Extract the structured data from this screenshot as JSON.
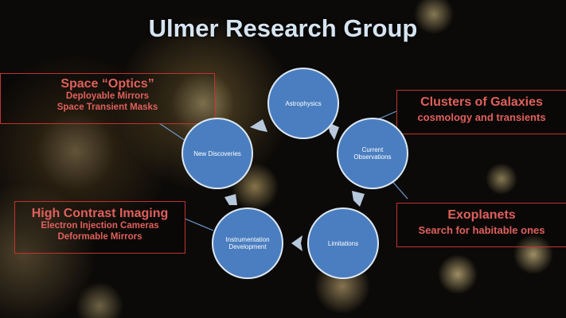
{
  "title": "Ulmer Research Group",
  "boxes": {
    "space_optics": {
      "heading": "Space “Optics”",
      "lines": [
        "Deployable Mirrors",
        "Space Transient Masks"
      ]
    },
    "high_contrast": {
      "heading": "High Contrast Imaging",
      "lines": [
        "Electron Injection Cameras",
        "Deformable Mirrors"
      ]
    },
    "clusters": {
      "heading": "Clusters of Galaxies",
      "lines": [
        "cosmology and transients"
      ]
    },
    "exoplanets": {
      "heading": "Exoplanets",
      "lines": [
        "Search for habitable ones"
      ]
    }
  },
  "cycle": [
    "Astrophysics",
    "Current Observations",
    "Limitations",
    "Instrumentation Development",
    "New Discoveries"
  ],
  "colors": {
    "circle": "#4a7ec0",
    "box_border": "#c0332e",
    "box_text": "#e0605c",
    "arrow": "#b8c8dc"
  }
}
